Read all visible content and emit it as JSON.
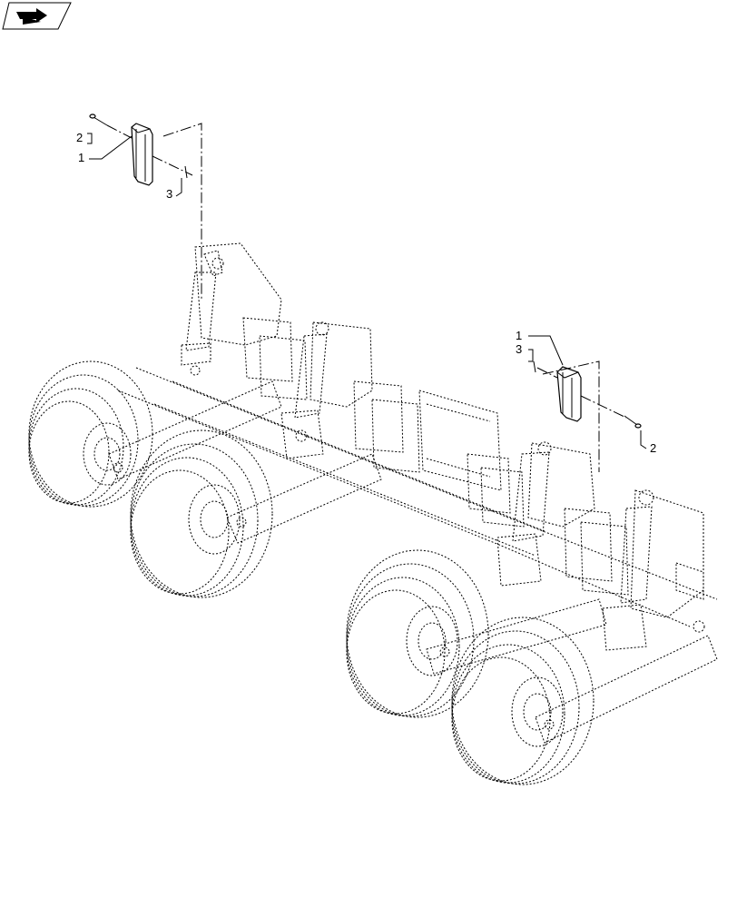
{
  "icon": {
    "name": "view-direction-icon"
  },
  "callouts": {
    "left": {
      "part1": "1",
      "part2": "2",
      "part3": "3"
    },
    "right": {
      "part1": "1",
      "part2": "2",
      "part3": "3"
    }
  }
}
